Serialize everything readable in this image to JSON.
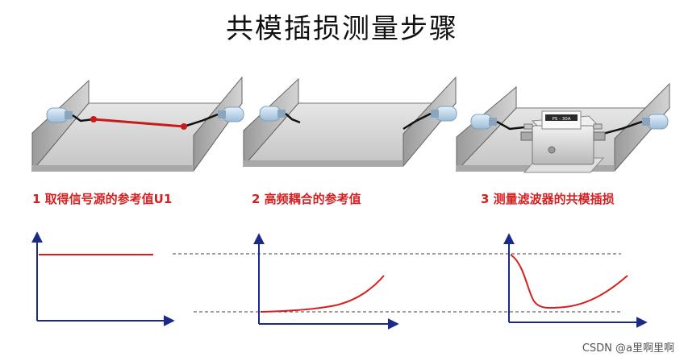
{
  "title": "共模插损测量步骤",
  "steps": [
    {
      "label": "1 取得信号源的参考值U1"
    },
    {
      "label": "2 高频耦合的参考值"
    },
    {
      "label": "3 测量滤波器的共模插损"
    }
  ],
  "filter": {
    "text": "PS - 30A"
  },
  "watermark": "CSDN @a里啊里啊",
  "colors": {
    "accent": "#d42020",
    "axis": "#1a2a8a",
    "tray": "#c8c8c8",
    "connector": "#b8d4ea"
  }
}
